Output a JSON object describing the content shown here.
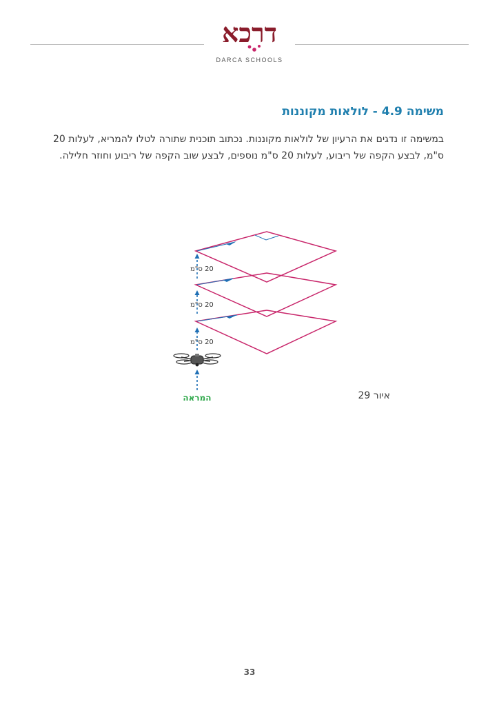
{
  "header": {
    "logo_hebrew": "דרכא",
    "logo_subtitle": "DARCA SCHOOLS"
  },
  "task": {
    "title": "משימה 4.9 - לולאות מקוננות",
    "paragraph": "במשימה זו נדגים את הרעיון של לולאות מקוננות. נכתוב תוכנית שתורה לטלו להמריא, לעלות 20 ס\"מ, לבצע הקפה של ריבוע, לעלות 20 ס\"מ נוספים, לבצע שוב הקפה של ריבוע וחוזר חלילה."
  },
  "figure": {
    "height_labels": [
      "20 ס\"מ",
      "20 ס\"מ",
      "20 ס\"מ"
    ],
    "takeoff_label": "המראה",
    "caption": "איור 29"
  },
  "colors": {
    "title_blue": "#1f7fae",
    "square_magenta": "#c8256a",
    "arrow_blue": "#1f6fb5",
    "takeoff_green": "#2ea84a",
    "logo_red": "#8a1c2b"
  },
  "footer": {
    "page_number": "33"
  }
}
